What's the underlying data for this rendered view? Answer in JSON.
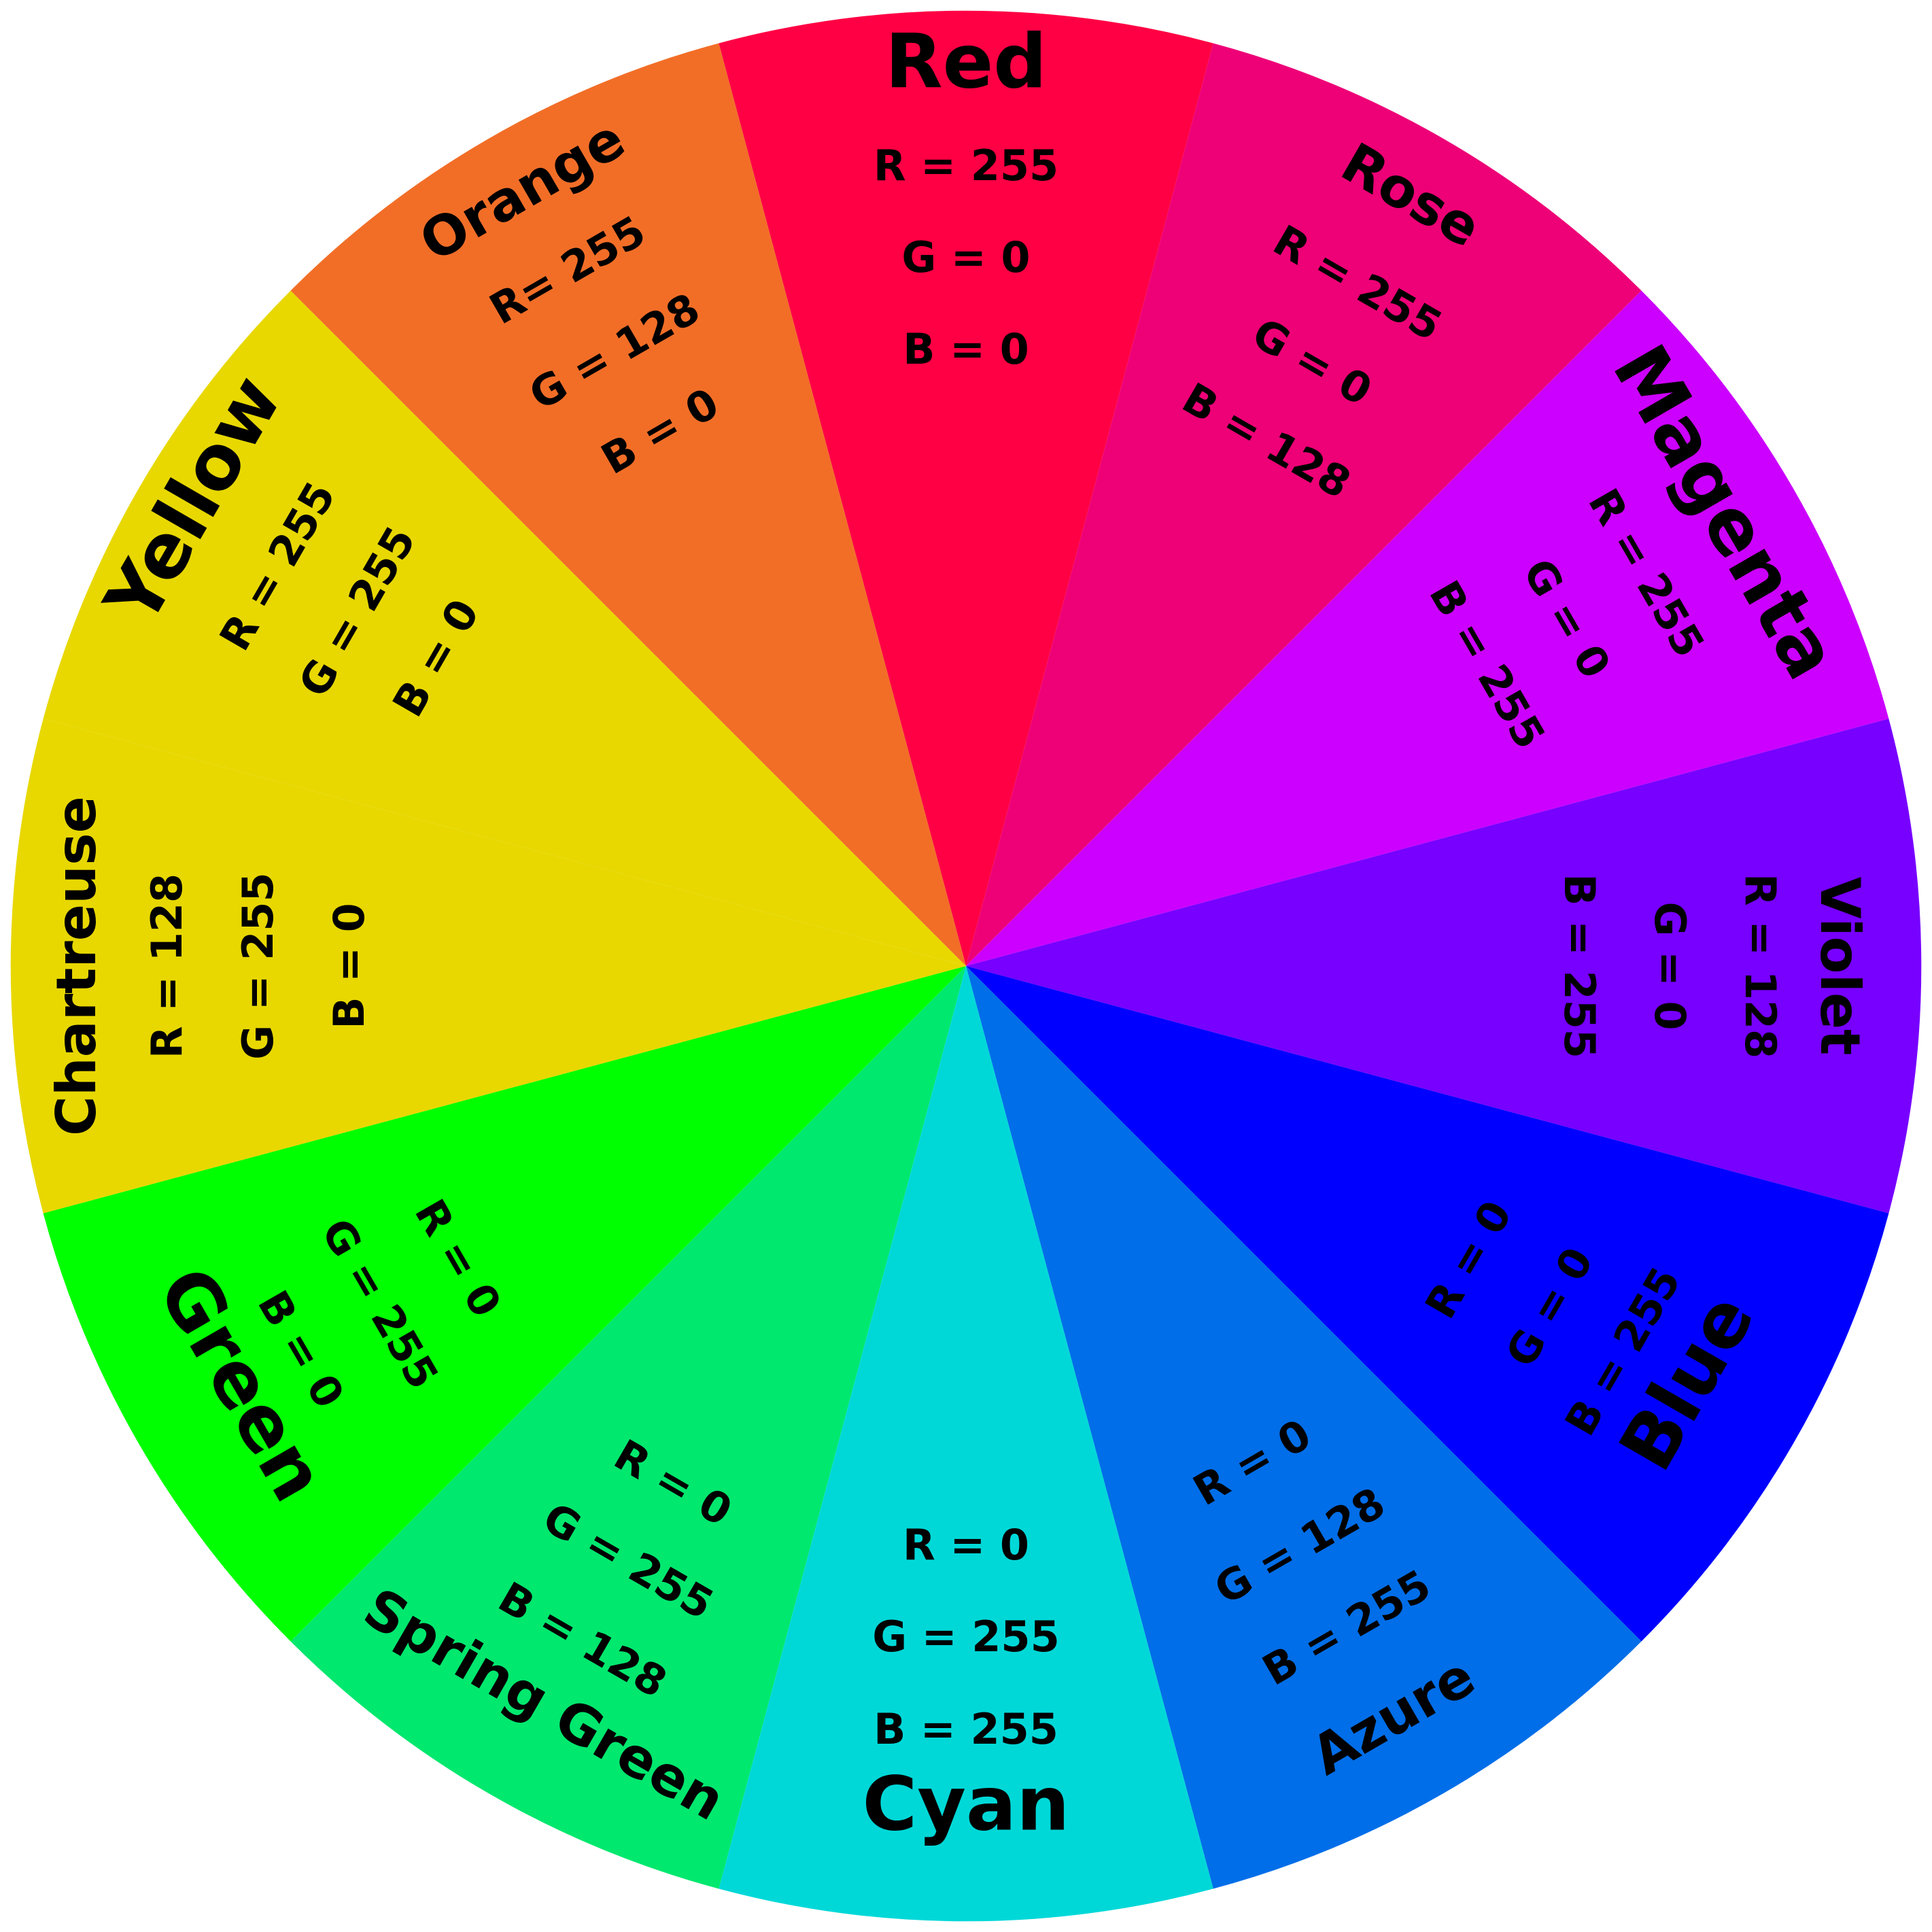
{
  "wheel": {
    "segments": [
      {
        "id": "red",
        "name": "Red",
        "primary": true,
        "color": "#ff0044",
        "values": [
          "R = 255",
          "G = 0",
          "B = 0"
        ]
      },
      {
        "id": "rose",
        "name": "Rose",
        "primary": false,
        "color": "#ee0077",
        "values": [
          "R = 255",
          "G = 0",
          "B = 128"
        ]
      },
      {
        "id": "magenta",
        "name": "Magenta",
        "primary": true,
        "color": "#cc00ff",
        "values": [
          "R = 255",
          "G = 0",
          "B = 255"
        ]
      },
      {
        "id": "violet",
        "name": "Violet",
        "primary": false,
        "color": "#7700ff",
        "values": [
          "R = 128",
          "G = 0",
          "B = 255"
        ]
      },
      {
        "id": "blue",
        "name": "Blue",
        "primary": true,
        "color": "#0000ff",
        "values": [
          "R = 0",
          "G = 0",
          "B = 255"
        ]
      },
      {
        "id": "azure",
        "name": "Azure",
        "primary": false,
        "color": "#006ee8",
        "values": [
          "R = 0",
          "G = 128",
          "B = 255"
        ]
      },
      {
        "id": "cyan",
        "name": "Cyan",
        "primary": true,
        "color": "#00d8d8",
        "values": [
          "R = 0",
          "G = 255",
          "B = 255"
        ]
      },
      {
        "id": "spring-green",
        "name": "Spring Green",
        "primary": false,
        "color": "#00e86e",
        "values": [
          "R = 0",
          "G = 255",
          "B = 128"
        ]
      },
      {
        "id": "green",
        "name": "Green",
        "primary": true,
        "color": "#00ff00",
        "values": [
          "R = 0",
          "G = 255",
          "B = 0"
        ]
      },
      {
        "id": "chartreuse",
        "name": "Chartreuse",
        "primary": false,
        "color": "#e8d800",
        "values": [
          "R = 128",
          "G = 255",
          "B = 0"
        ]
      },
      {
        "id": "yellow",
        "name": "Yellow",
        "primary": true,
        "color": "#e8d800",
        "values": [
          "R = 255",
          "G = 255",
          "B = 0"
        ]
      },
      {
        "id": "orange",
        "name": "Orange",
        "primary": false,
        "color": "#f26e27",
        "values": [
          "R= 255",
          "G = 128",
          "B = 0"
        ]
      }
    ]
  }
}
